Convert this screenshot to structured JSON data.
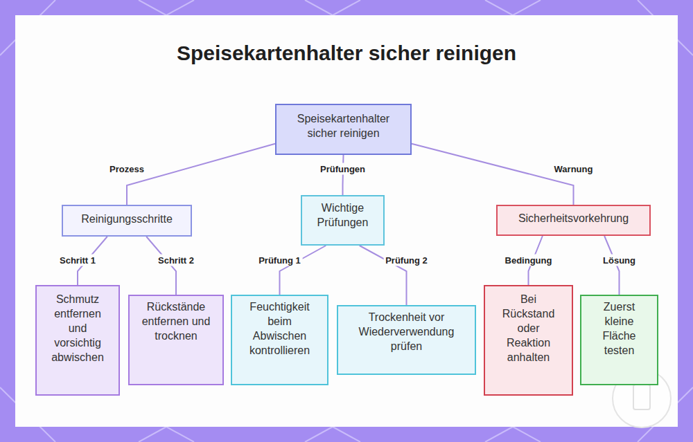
{
  "diagram": {
    "title": "Speisekartenhalter sicher reinigen",
    "nodes": [
      {
        "text": [
          "Speisekartenhalter sicher reinigen"
        ]
      },
      {
        "text": [
          "Reinigungsschritte"
        ]
      },
      {
        "text": [
          "Wichtige Prüfungen"
        ]
      },
      {
        "text": [
          "Sicherheitsvorkehrung"
        ]
      },
      {
        "text": [
          "Schmutz entfernen und vorsichtig abwischen"
        ]
      },
      {
        "text": [
          "Rückstände entfernen und trocknen"
        ]
      },
      {
        "text": [
          "Feuchtigkeit beim Abwischen kontrollieren"
        ]
      },
      {
        "text": [
          "Trockenheit vor Wiederverwendung prüfen"
        ]
      },
      {
        "text": [
          "Bei Rückstand oder Reaktion anhalten"
        ]
      },
      {
        "text": [
          "Zuerst kleine Fläche testen"
        ]
      }
    ],
    "edges": [
      {
        "from": 0,
        "to": 1,
        "label": "Prozess",
        "arrow": "none"
      },
      {
        "from": 0,
        "to": 2,
        "label": "Prüfungen",
        "arrow": "none"
      },
      {
        "from": 0,
        "to": 3,
        "label": "Warnung",
        "arrow": "none"
      },
      {
        "from": 1,
        "to": 4,
        "label": "Schritt 1",
        "arrow": "none"
      },
      {
        "from": 1,
        "to": 5,
        "label": "Schritt 2",
        "arrow": "none"
      },
      {
        "from": 2,
        "to": 6,
        "label": "Prüfung 1",
        "arrow": "none"
      },
      {
        "from": 2,
        "to": 7,
        "label": "Prüfung 2",
        "arrow": "none"
      },
      {
        "from": 3,
        "to": 8,
        "label": "Bedingung",
        "arrow": "none"
      },
      {
        "from": 3,
        "to": 9,
        "label": "Lösung",
        "arrow": "none"
      }
    ]
  }
}
